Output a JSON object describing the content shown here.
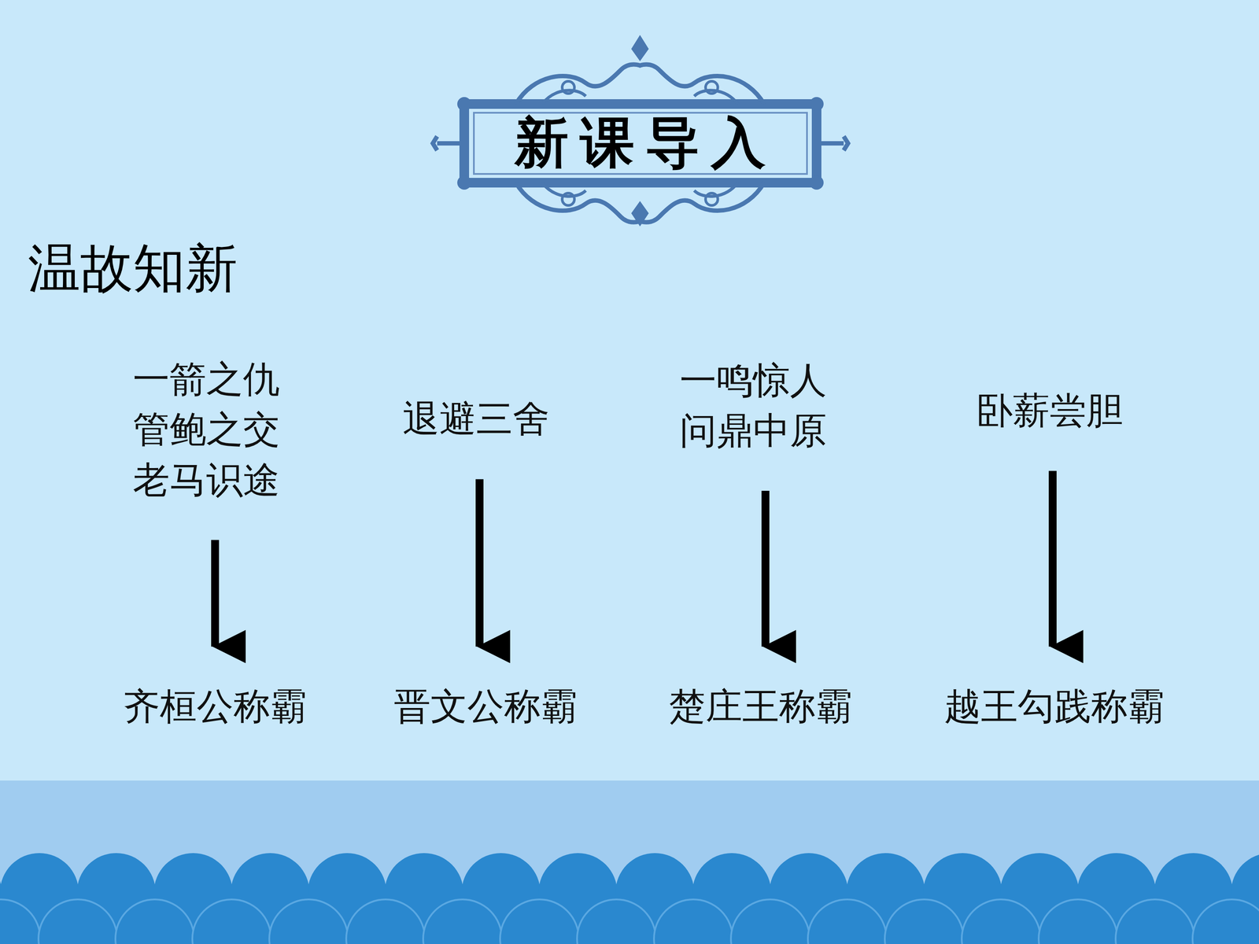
{
  "diagram": {
    "title": "新课导入",
    "nodes": [
      {
        "text": [
          "一箭之仇",
          "管鲍之交",
          "老马识途"
        ]
      },
      {
        "text": [
          "退避三舍"
        ]
      },
      {
        "text": [
          "一鸣惊人",
          "问鼎中原"
        ]
      },
      {
        "text": [
          "卧薪尝胆"
        ]
      },
      {
        "text": [
          "齐桓公称霸"
        ]
      },
      {
        "text": [
          "晋文公称霸"
        ]
      },
      {
        "text": [
          "楚庄王称霸"
        ]
      },
      {
        "text": [
          "越王勾践称霸"
        ]
      }
    ],
    "edges": [
      {
        "from": 0,
        "to": 4,
        "arrow": "to"
      },
      {
        "from": 1,
        "to": 5,
        "arrow": "to"
      },
      {
        "from": 2,
        "to": 6,
        "arrow": "to"
      },
      {
        "from": 3,
        "to": 7,
        "arrow": "to"
      }
    ],
    "labels": [
      "温故知新"
    ]
  }
}
